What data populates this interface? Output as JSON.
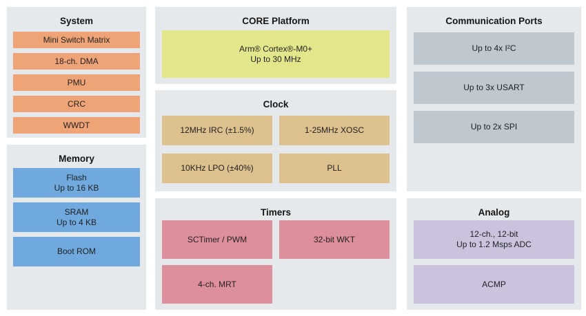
{
  "colors": {
    "page_bg": "#FFFFFF",
    "panel_bg": "#E5E9EC",
    "system_block": "#EFA478",
    "memory_block": "#6FA9DD",
    "core_block": "#E4E68C",
    "clock_block": "#DCC08D",
    "timers_block": "#DD8F9B",
    "comm_block": "#C0C8CF",
    "analog_block": "#CBC3DD",
    "text": "#1A1A1A"
  },
  "panels": {
    "system": {
      "title": "System",
      "items": [
        {
          "label": "Mini Switch Matrix"
        },
        {
          "label": "18-ch. DMA"
        },
        {
          "label": "PMU"
        },
        {
          "label": "CRC"
        },
        {
          "label": "WWDT"
        }
      ]
    },
    "memory": {
      "title": "Memory",
      "items": [
        {
          "line1": "Flash",
          "line2": "Up to 16 KB"
        },
        {
          "line1": "SRAM",
          "line2": "Up to 4 KB"
        },
        {
          "line1": "Boot ROM"
        }
      ]
    },
    "core": {
      "title": "CORE Platform",
      "items": [
        {
          "line1": "Arm® Cortex®-M0+",
          "line2": "Up to 30 MHz"
        }
      ]
    },
    "clock": {
      "title": "Clock",
      "items": [
        {
          "label": "12MHz IRC (±1.5%)"
        },
        {
          "label": "1-25MHz XOSC"
        },
        {
          "label": "10KHz LPO (±40%)"
        },
        {
          "label": "PLL"
        }
      ]
    },
    "timers": {
      "title": "Timers",
      "items": [
        {
          "label": "SCTimer / PWM"
        },
        {
          "label": "32-bit WKT"
        },
        {
          "label": "4-ch. MRT"
        }
      ]
    },
    "comm": {
      "title": "Communication Ports",
      "items": [
        {
          "label": "Up to 4x I²C"
        },
        {
          "label": "Up to 3x USART"
        },
        {
          "label": "Up to 2x SPI"
        }
      ]
    },
    "analog": {
      "title": "Analog",
      "items": [
        {
          "line1": "12-ch., 12-bit",
          "line2": "Up to 1.2 Msps ADC"
        },
        {
          "line1": "ACMP"
        }
      ]
    }
  }
}
